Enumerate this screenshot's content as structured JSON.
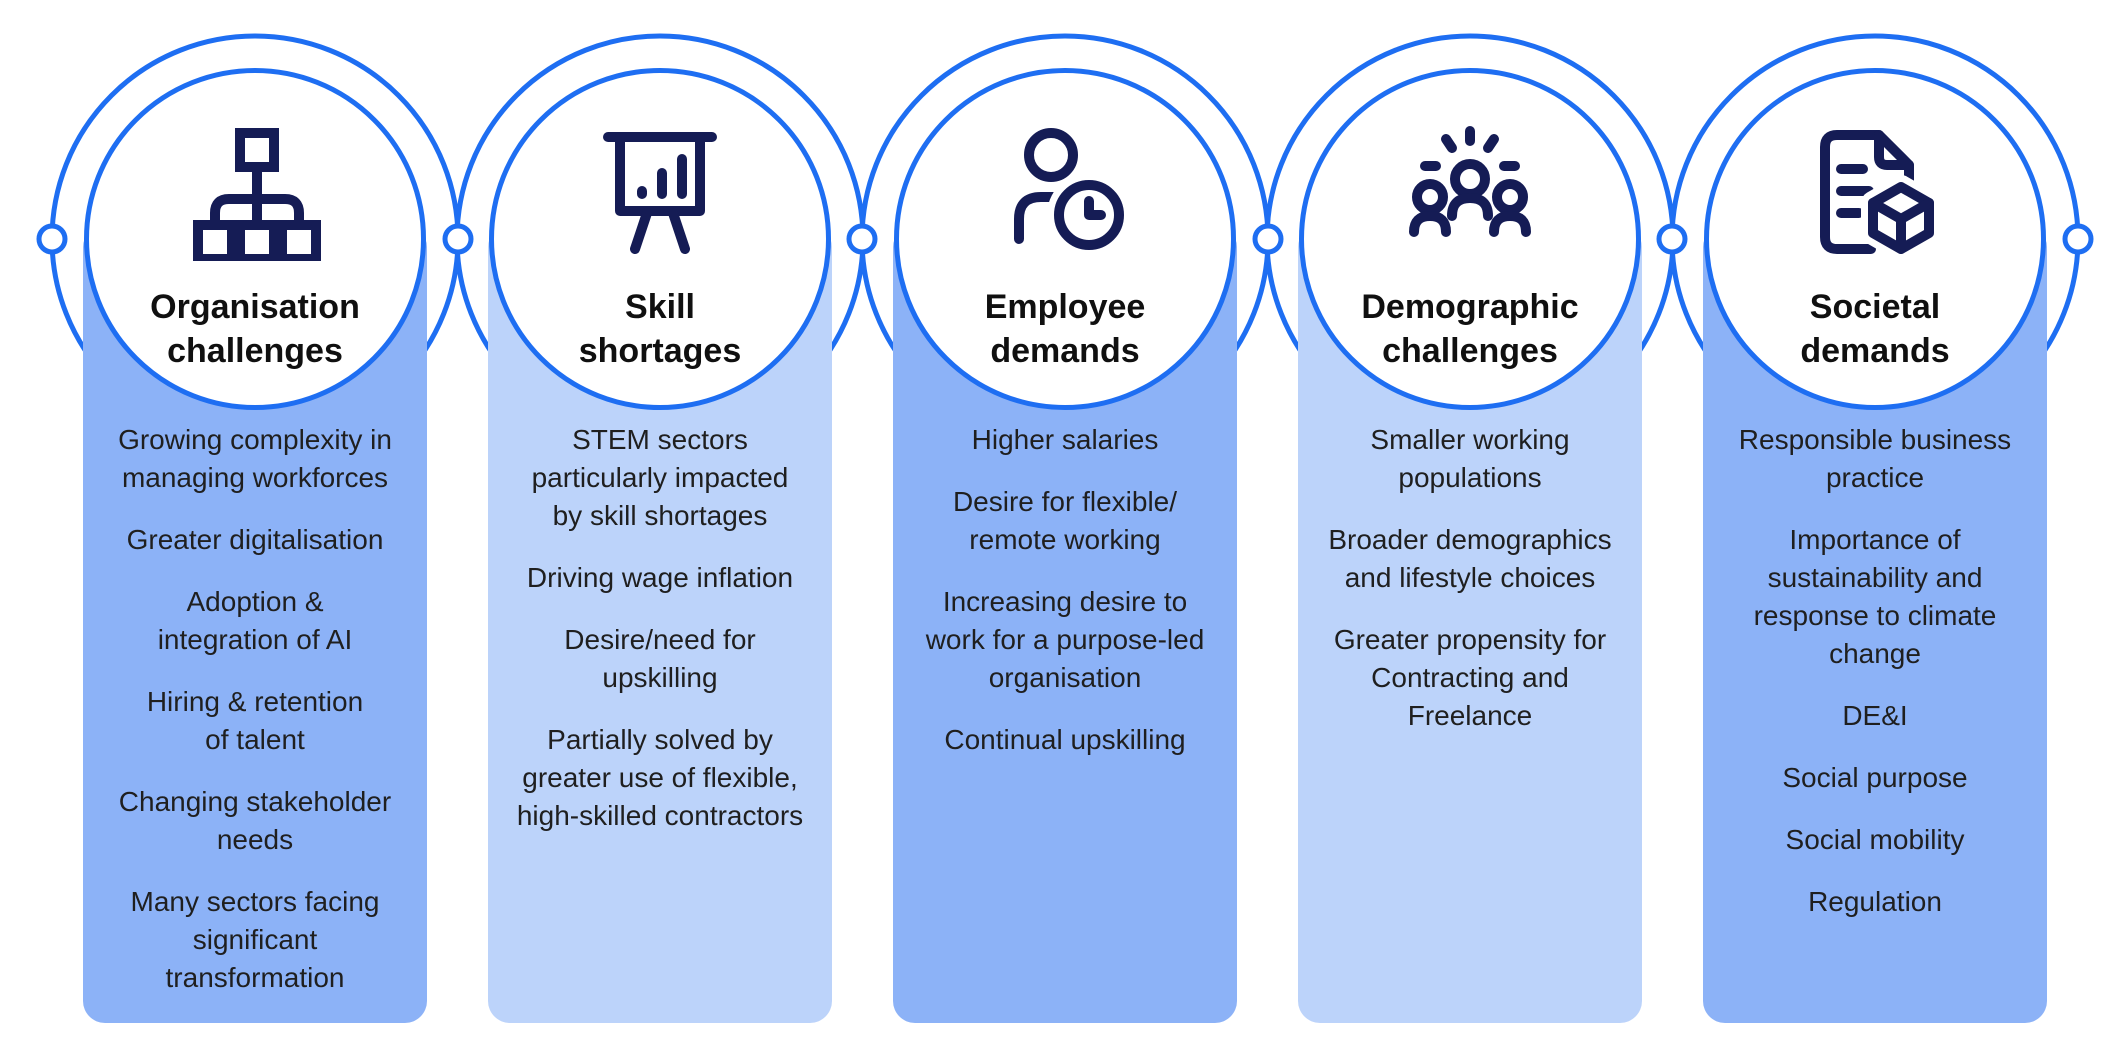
{
  "colors": {
    "accent_blue": "#1E6EF2",
    "icon_navy": "#151C55",
    "panel_dark_blue": "#8CB2F7",
    "panel_light_blue": "#BCD3FA",
    "title_text": "#101010",
    "body_text": "#1F1F1F",
    "background": "#FFFFFF"
  },
  "columns": [
    {
      "icon": "org-chart-icon",
      "title": "Organisation challenges",
      "title_lines": [
        "Organisation",
        "challenges"
      ],
      "items": [
        "Growing complexity in\nmanaging workforces",
        "Greater digitalisation",
        "Adoption &\nintegration of AI",
        "Hiring & retention\nof talent",
        "Changing stakeholder\nneeds",
        "Many sectors facing\nsignificant\ntransformation"
      ]
    },
    {
      "icon": "presentation-chart-icon",
      "title": "Skill shortages",
      "title_lines": [
        "Skill",
        "shortages"
      ],
      "items": [
        "STEM sectors\nparticularly impacted\nby skill shortages",
        "Driving wage inflation",
        "Desire/need for\nupskilling",
        "Partially solved by\ngreater use of flexible,\nhigh-skilled contractors"
      ]
    },
    {
      "icon": "person-clock-icon",
      "title": "Employee demands",
      "title_lines": [
        "Employee",
        "demands"
      ],
      "items": [
        "Higher salaries",
        "Desire for flexible/\nremote working",
        "Increasing desire to\nwork for a purpose-led\norganisation",
        "Continual upskilling"
      ]
    },
    {
      "icon": "people-group-icon",
      "title": "Demographic challenges",
      "title_lines": [
        "Demographic",
        "challenges"
      ],
      "items": [
        "Smaller working\npopulations",
        "Broader demographics\nand lifestyle choices",
        "Greater propensity for\nContracting and\nFreelance"
      ]
    },
    {
      "icon": "document-cube-icon",
      "title": "Societal demands",
      "title_lines": [
        "Societal",
        "demands"
      ],
      "items": [
        "Responsible business\npractice",
        "Importance of\nsustainability and\nresponse to climate\nchange",
        "DE&I",
        "Social purpose",
        "Social mobility",
        "Regulation"
      ]
    }
  ]
}
